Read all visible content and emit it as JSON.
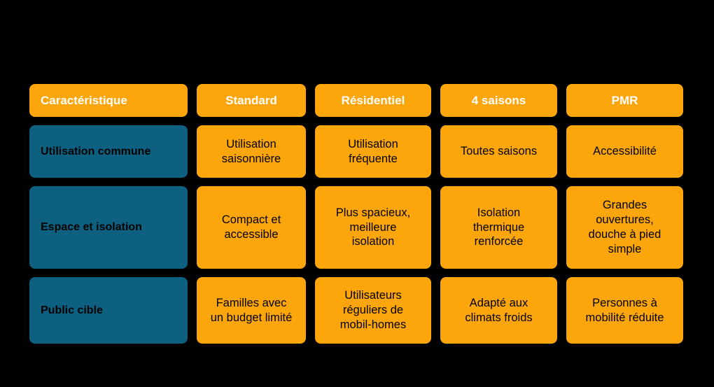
{
  "colors": {
    "background": "#000000",
    "header_bg": "#FCA60B",
    "header_text": "#FFFFFF",
    "row_label_bg": "#0E6080",
    "body_cell_bg": "#FCA60B",
    "body_text": "#000000"
  },
  "chart_data": {
    "type": "table",
    "title": "",
    "columns": [
      "Caractéristique",
      "Standard",
      "Résidentiel",
      "4 saisons",
      "PMR"
    ],
    "rows": [
      {
        "label": "Utilisation commune",
        "values": [
          "Utilisation saisonnière",
          "Utilisation fréquente",
          "Toutes saisons",
          "Accessibilité"
        ]
      },
      {
        "label": "Espace et isolation",
        "values": [
          "Compact et accessible",
          "Plus spacieux, meilleure isolation",
          "Isolation thermique renforcée",
          "Grandes ouvertures, douche à pied simple"
        ]
      },
      {
        "label": "Public cible",
        "values": [
          "Familles avec un budget limité",
          "Utilisateurs réguliers de mobil-homes",
          "Adapté aux climats froids",
          "Personnes à mobilité réduite"
        ]
      }
    ]
  }
}
